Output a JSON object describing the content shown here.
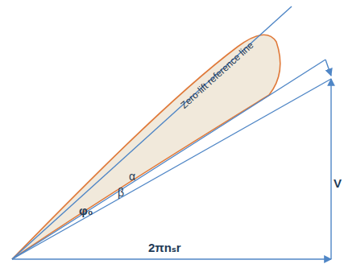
{
  "diagram": {
    "labels": [
      "Zero-lift reference line",
      "α",
      "β",
      "φ₀",
      "2πnₛr",
      "V"
    ]
  }
}
